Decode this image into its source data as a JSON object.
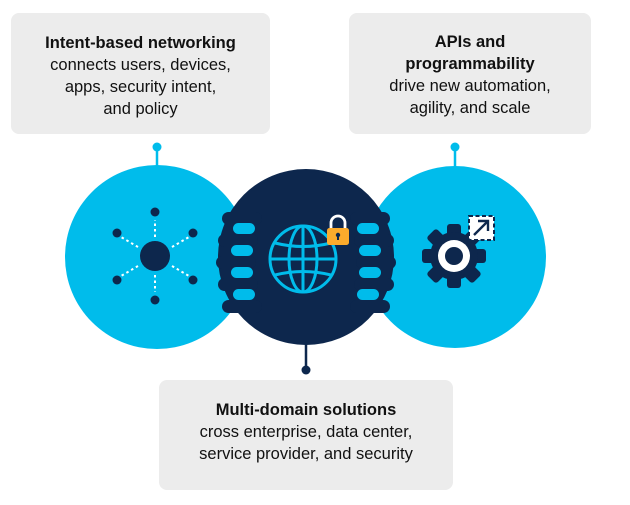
{
  "cards": {
    "left": {
      "title": "Intent-based networking",
      "lines": [
        "connects users, devices,",
        "apps, security intent,",
        "and policy"
      ]
    },
    "right": {
      "title_lines": [
        "APIs and",
        "programmability"
      ],
      "lines": [
        "drive new automation,",
        "agility, and scale"
      ]
    },
    "bottom": {
      "title": "Multi-domain solutions",
      "lines": [
        "cross enterprise, data center,",
        "service provider, and security"
      ]
    }
  },
  "colors": {
    "cyan": "#00bceb",
    "navy": "#0d274d",
    "lock": "#fbab2c",
    "card_bg": "#ececec",
    "text": "#111111"
  },
  "icons": {
    "left_circle": "network-hub-icon",
    "center_circle": "globe-icon",
    "center_badge": "padlock-icon",
    "right_circle": "gear-icon",
    "right_badge": "external-arrow-icon"
  }
}
